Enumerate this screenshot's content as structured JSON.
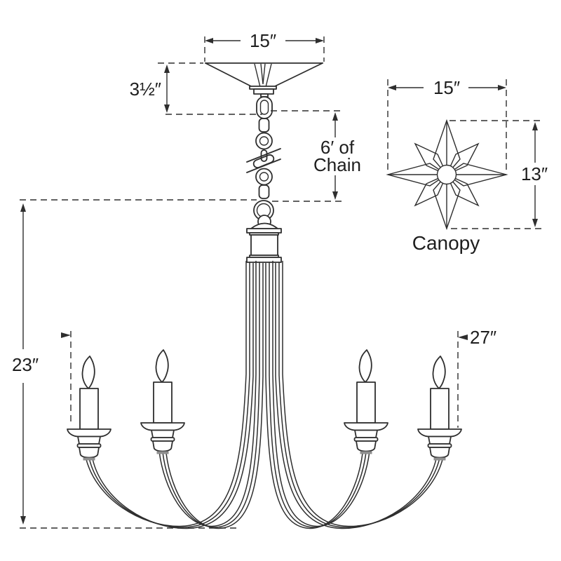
{
  "main_view": {
    "canopy_width_label": "15″",
    "canopy_height_label": "3½″",
    "chain_label_line1": "6′ of",
    "chain_label_line2": "Chain",
    "height_label": "23″",
    "width_label": "27″"
  },
  "canopy_detail": {
    "width_label": "15″",
    "height_label": "13″",
    "caption": "Canopy"
  },
  "colors": {
    "line": "#2e2e2e",
    "text": "#1e1e1e",
    "background": "#ffffff"
  }
}
